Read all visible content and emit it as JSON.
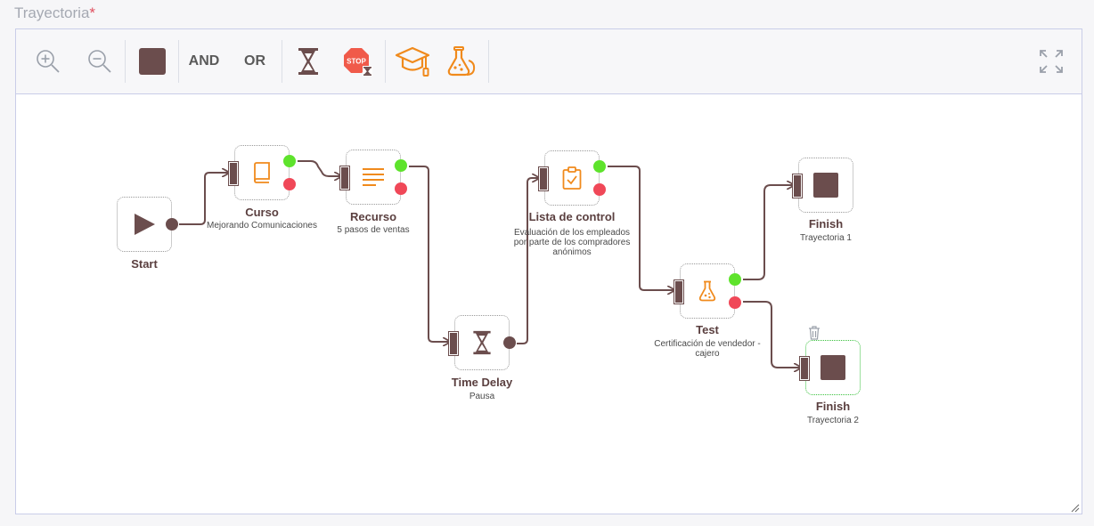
{
  "field": {
    "label": "Trayectoria",
    "required_mark": "*"
  },
  "toolbar": {
    "and_label": "AND",
    "or_label": "OR",
    "stop_label": "STOP"
  },
  "nodes": {
    "start": {
      "title": "Start"
    },
    "curso": {
      "title": "Curso",
      "subtitle": "Mejorando Comunicaciones"
    },
    "recurso": {
      "title": "Recurso",
      "subtitle": "5 pasos de ventas"
    },
    "delay": {
      "title": "Time Delay",
      "subtitle": "Pausa"
    },
    "lista": {
      "title": "Lista de control",
      "subtitle": "Evaluación de los empleados por parte de los compradores anónimos"
    },
    "test": {
      "title": "Test",
      "subtitle": "Certificación de vendedor - cajero"
    },
    "finish1": {
      "title": "Finish",
      "subtitle": "Trayectoria 1"
    },
    "finish2": {
      "title": "Finish",
      "subtitle": "Trayectoria 2"
    }
  },
  "colors": {
    "accent": "#f08a1c",
    "node_dark": "#6b4d4d",
    "success": "#5ee32c",
    "error": "#f04858"
  }
}
